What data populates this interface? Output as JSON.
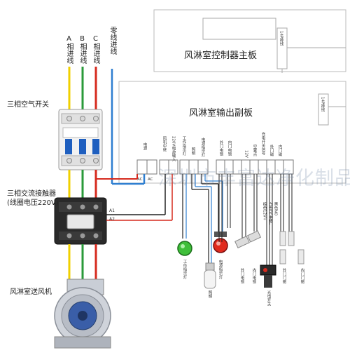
{
  "boards": {
    "main_title": "风淋室控制器主板",
    "main_connector": "14P排线",
    "output_title": "风淋室输出副板",
    "output_connector": "14P排线"
  },
  "phase_labels": {
    "a": "A相进线",
    "b": "B相进线",
    "c": "C相进线",
    "zero": "零线进线"
  },
  "devices": {
    "breaker": "三相空气开关",
    "contactor_line1": "三相交流接触器",
    "contactor_line2": "(线圈电压220V)",
    "fan": "风淋室送风机"
  },
  "terminals": {
    "power": "电源",
    "ac1": "AC",
    "ac2": "AC",
    "fan_mid": "风机中继",
    "v220_in": "220V电源输入",
    "work_light": "工作指示灯",
    "lighting": "照明",
    "power_light": "电源指示灯",
    "outer_lock": "外门电锁",
    "inner_lock": "内门电锁",
    "v12": "12V",
    "empty_out": "空置点",
    "charge_sw": "充电开关信号",
    "outer_mag": "外门磁",
    "inner_mag": "内门磁"
  },
  "wires": {
    "a1": "A1",
    "a2": "A2",
    "sensor_pos": "棕色12V+",
    "sensor_neg": "白色DC电源-",
    "sensor_sig": "黑色NO"
  },
  "parts": {
    "work_indicator": "工作指示灯",
    "lighting": "照明",
    "power_indicator": "电源指示灯",
    "outer_lock": "外门电锁",
    "inner_lock": "内门电锁",
    "photo_switch": "光电开关",
    "outer_mag": "外门门磁",
    "inner_mag": "内门门磁"
  },
  "watermark": "深圳市丰富达净化制品有限公司",
  "colors": {
    "phase_a": "#f0d000",
    "phase_b": "#2a9a3a",
    "phase_c": "#d62a1e",
    "neutral": "#2f7fd0",
    "black": "#222222",
    "board_border": "#b8b8b8"
  }
}
